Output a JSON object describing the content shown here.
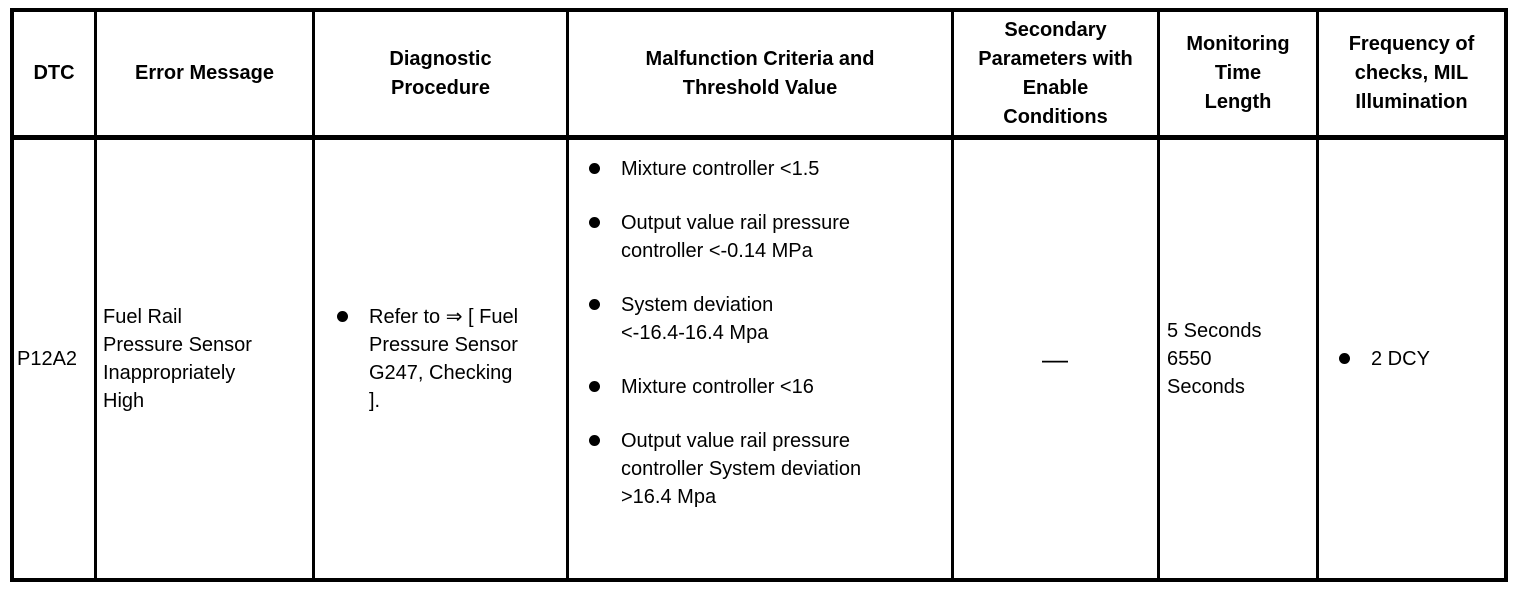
{
  "style": {
    "background_color": "#ffffff",
    "border_color": "#000000",
    "text_color": "#000000"
  },
  "table": {
    "headers": [
      "DTC",
      "Error Message",
      "Diagnostic\nProcedure",
      "Malfunction Criteria and\nThreshold Value",
      "Secondary\nParameters with\nEnable\nConditions",
      "Monitoring\nTime\nLength",
      "Frequency of\nchecks, MIL\nIllumination"
    ],
    "row": {
      "dtc": "P12A2",
      "error_message": "Fuel Rail\nPressure Sensor\nInappropriately\nHigh",
      "diagnostic_procedure": [
        "Refer to ⇒ [ Fuel\nPressure Sensor\nG247, Checking\n]."
      ],
      "malfunction_criteria": [
        "Mixture controller <1.5",
        "Output value rail pressure\ncontroller <-0.14 MPa",
        "System deviation\n<-16.4-16.4 Mpa",
        "Mixture controller <16",
        "Output value rail pressure\ncontroller System deviation\n>16.4 Mpa"
      ],
      "secondary_parameters": "—",
      "monitoring_time_length": "5 Seconds\n6550\nSeconds",
      "frequency": [
        "2 DCY"
      ]
    }
  }
}
